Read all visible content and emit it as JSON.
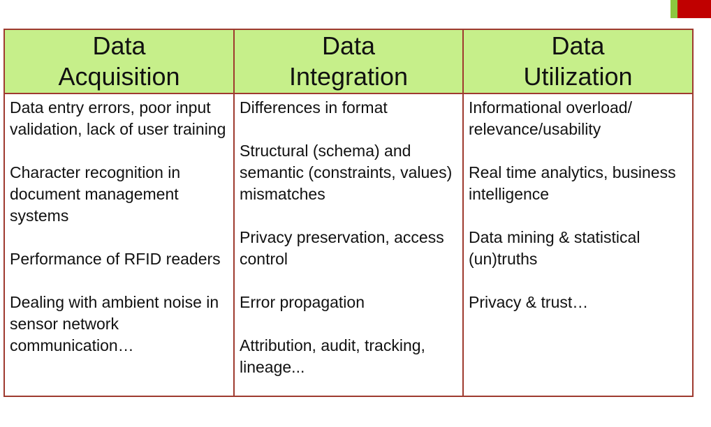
{
  "columns": [
    {
      "header": [
        "Data",
        "Acquisition"
      ],
      "items": [
        "Data entry errors, poor input validation, lack of user training",
        "Character recognition in document management systems",
        "Performance of RFID readers",
        "Dealing with ambient noise in sensor network communication…"
      ]
    },
    {
      "header": [
        "Data",
        "Integration"
      ],
      "items": [
        "Differences in format",
        "Structural (schema) and semantic (constraints, values) mismatches",
        "Privacy preservation, access control",
        "Error propagation",
        "Attribution, audit, tracking, lineage..."
      ]
    },
    {
      "header": [
        "Data",
        "Utilization"
      ],
      "items": [
        "Informational overload/ relevance/usability",
        "Real time analytics, business intelligence",
        "Data mining & statistical (un)truths",
        "Privacy & trust…"
      ]
    }
  ],
  "colors": {
    "header_fill": "#c6ef8a",
    "border": "#9e3a2f",
    "accent_green": "#8cc63f",
    "accent_red": "#c00000"
  }
}
